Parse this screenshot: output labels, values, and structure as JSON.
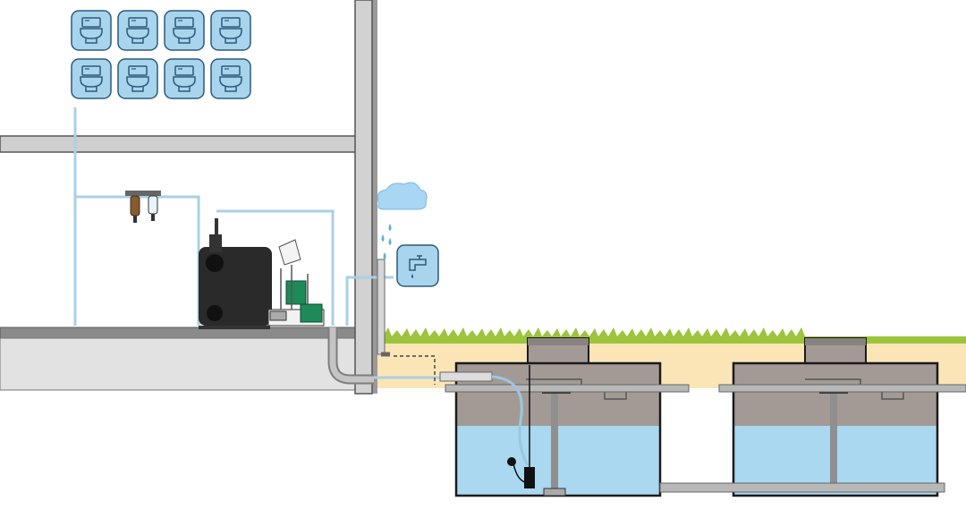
{
  "diagram": {
    "subject": "rainwater-harvesting-system",
    "icons": {
      "toilet": "toilet-icon",
      "tap": "tap-icon",
      "cloud": "cloud-icon",
      "pump": "pump-icon",
      "filter": "filter-icon"
    },
    "toilet_grid": {
      "rows": 2,
      "cols": 4
    },
    "tanks_count": 2,
    "colors": {
      "wall": "#cfcfcf",
      "wall_stroke": "#555555",
      "floor_slab": "#c8c8c8",
      "floor_top": "#7a7a7a",
      "pipe_light": "#a9d0e6",
      "pipe_grey": "#bdbdbd",
      "icon_bg": "#a8d4ee",
      "icon_stroke": "#2c5a78",
      "grass": "#9cc43c",
      "soil": "#fbe5b7",
      "tank_gas": "#a39a96",
      "tank_water": "#a9d8f0",
      "tank_stroke": "#1a1a1a",
      "pump_dark": "#2a2a2a",
      "pump_green": "#1e8a5a",
      "rain": "#5aaee0",
      "cloud": "#a9d6f2"
    }
  }
}
